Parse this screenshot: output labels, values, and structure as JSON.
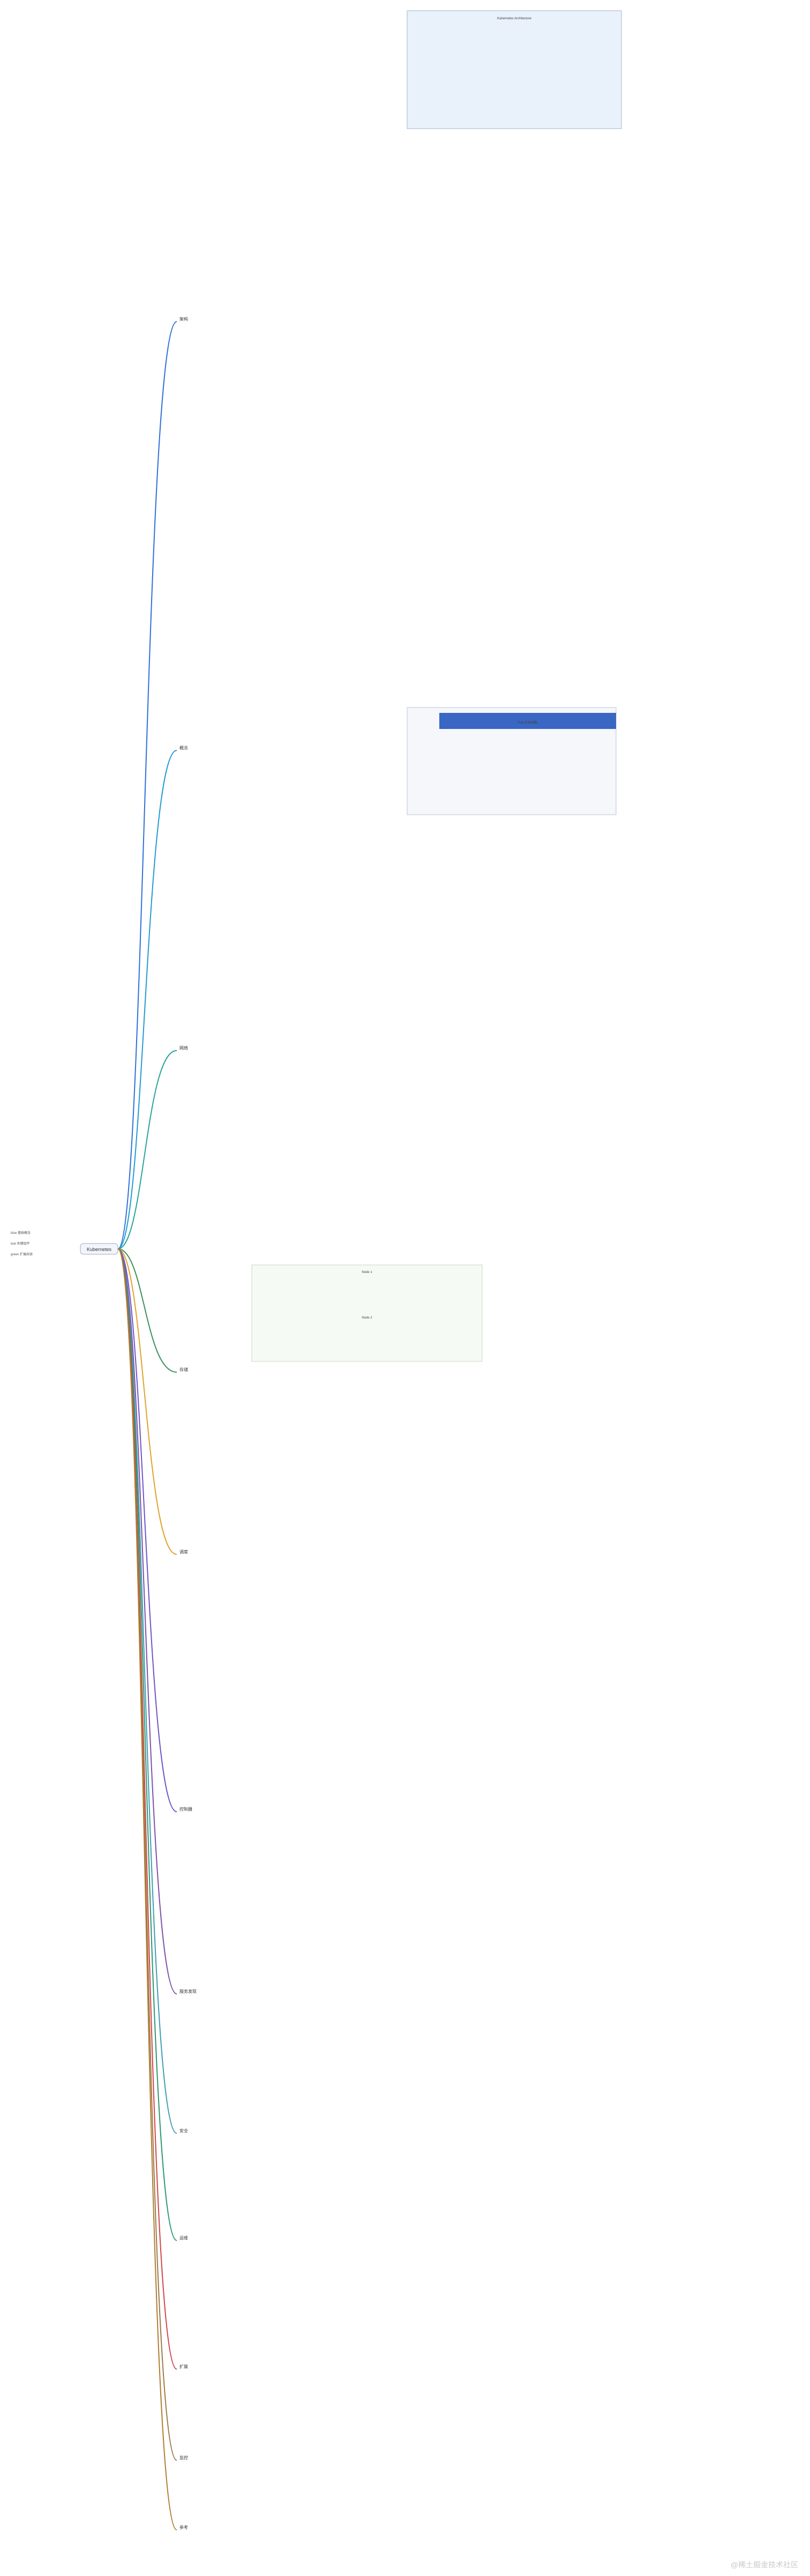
{
  "root": {
    "label": "Kubernetes"
  },
  "legend": [
    {
      "label": "blue 基础概念"
    },
    {
      "label": "teal 关键组件"
    },
    {
      "label": "green 扩展阅读"
    }
  ],
  "branches": [
    {
      "label": "架构",
      "color": "#2e6fd8"
    },
    {
      "label": "概念",
      "color": "#1f9bd1"
    },
    {
      "label": "网络",
      "color": "#2aa39a"
    },
    {
      "label": "存储",
      "color": "#3c8f5d"
    },
    {
      "label": "调度",
      "color": "#e0a22c"
    },
    {
      "label": "控制器",
      "color": "#6e54c8"
    },
    {
      "label": "服务发现",
      "color": "#7e4fa8"
    },
    {
      "label": "安全",
      "color": "#3d9db5"
    },
    {
      "label": "运维",
      "color": "#2c9770"
    },
    {
      "label": "扩展",
      "color": "#d0454a"
    },
    {
      "label": "监控",
      "color": "#9b7a4a"
    },
    {
      "label": "参考",
      "color": "#b27b2e"
    }
  ],
  "figures": [
    {
      "title": "Kubernetes Architecture"
    },
    {
      "title": "Pod 生命周期"
    },
    {
      "title": "Node 1"
    },
    {
      "title": "Node 2"
    }
  ],
  "watermark": "@稀土掘金技术社区",
  "colors": {
    "line_default": "#888888",
    "accent_blue": "#2e6fd8"
  }
}
